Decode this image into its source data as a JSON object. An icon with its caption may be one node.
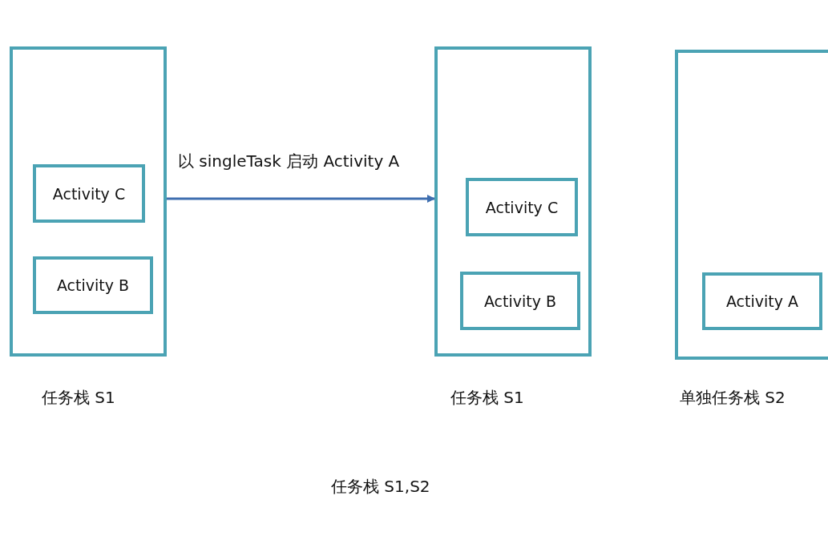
{
  "diagram": {
    "nodes": [
      {
        "text": [],
        "shape": "box",
        "beside": [
          "任务栈 S1"
        ]
      },
      {
        "text": [
          "Activity C"
        ],
        "in": 0
      },
      {
        "text": [
          "Activity B"
        ],
        "in": 0
      },
      {
        "text": [],
        "shape": "box",
        "beside": [
          "任务栈 S1"
        ]
      },
      {
        "text": [
          "Activity C"
        ],
        "in": 3
      },
      {
        "text": [
          "Activity B"
        ],
        "in": 3
      },
      {
        "text": [],
        "shape": "box",
        "beside": [
          "单独任务栈 S2"
        ]
      },
      {
        "text": [
          "Activity A"
        ],
        "in": 6
      }
    ],
    "edges": [
      {
        "from": 0,
        "to": 3,
        "arrow": "to",
        "label": "以 singleTask 启动 Activity A"
      }
    ],
    "labels": [
      "任务栈 S1,S2"
    ]
  }
}
